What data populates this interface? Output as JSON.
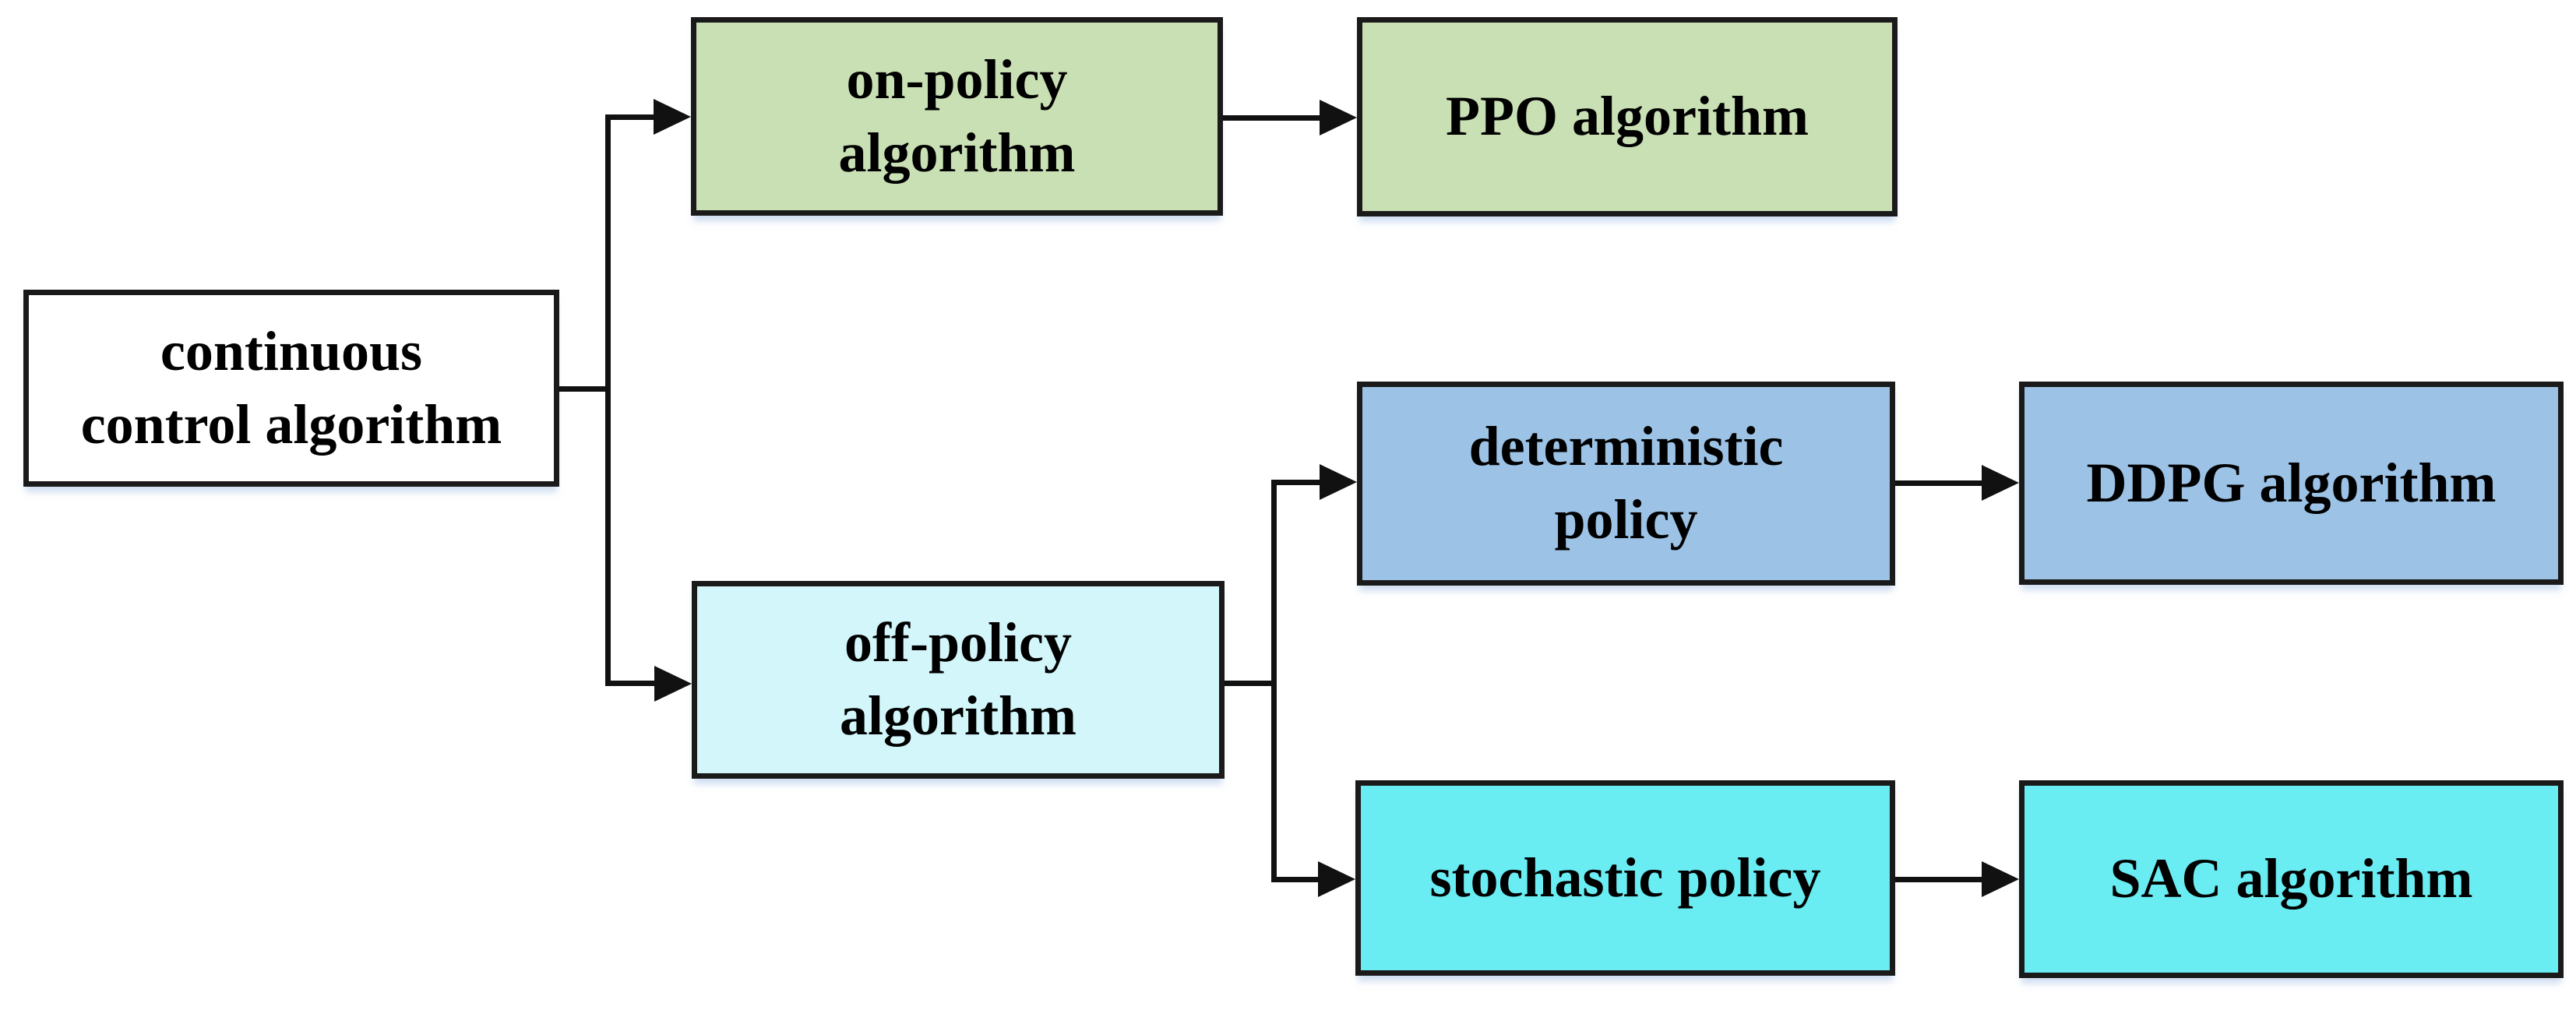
{
  "diagram": {
    "nodes": [
      {
        "id": "continuous-control",
        "label": "continuous\ncontrol algorithm",
        "fill": "#ffffff"
      },
      {
        "id": "on-policy",
        "label": "on-policy\nalgorithm",
        "fill": "#c9dfb4"
      },
      {
        "id": "ppo",
        "label": "PPO algorithm",
        "fill": "#c9dfb4"
      },
      {
        "id": "off-policy",
        "label": "off-policy\nalgorithm",
        "fill": "#d2f6fa"
      },
      {
        "id": "deterministic",
        "label": "deterministic\npolicy",
        "fill": "#9cc2e5"
      },
      {
        "id": "ddpg",
        "label": "DDPG algorithm",
        "fill": "#9cc2e5"
      },
      {
        "id": "stochastic",
        "label": "stochastic policy",
        "fill": "#69ecf2"
      },
      {
        "id": "sac",
        "label": "SAC algorithm",
        "fill": "#69ecf2"
      }
    ],
    "edges": [
      {
        "from": "continuous control algorithm",
        "to": "on-policy algorithm"
      },
      {
        "from": "continuous control algorithm",
        "to": "off-policy algorithm"
      },
      {
        "from": "on-policy algorithm",
        "to": "PPO algorithm"
      },
      {
        "from": "off-policy algorithm",
        "to": "deterministic policy"
      },
      {
        "from": "off-policy algorithm",
        "to": "stochastic policy"
      },
      {
        "from": "deterministic policy",
        "to": "DDPG algorithm"
      },
      {
        "from": "stochastic policy",
        "to": "SAC algorithm"
      }
    ],
    "colors": {
      "border": "#1a1a1a",
      "connector": "#111111",
      "text": "#000000",
      "green": "#c9dfb4",
      "light_cyan": "#d2f6fa",
      "blue": "#9cc2e5",
      "cyan": "#69ecf2"
    }
  }
}
